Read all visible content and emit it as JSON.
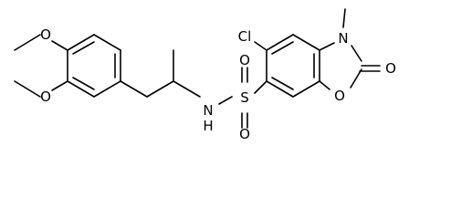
{
  "molecule": {
    "atoms": {
      "o1": "O",
      "o2": "O",
      "n_h": "N",
      "h_nh": "H",
      "s": "S",
      "o_s1": "O",
      "o_s2": "O",
      "cl": "Cl",
      "n_ring": "N",
      "o_ring": "O",
      "o_carbonyl": "O"
    }
  }
}
